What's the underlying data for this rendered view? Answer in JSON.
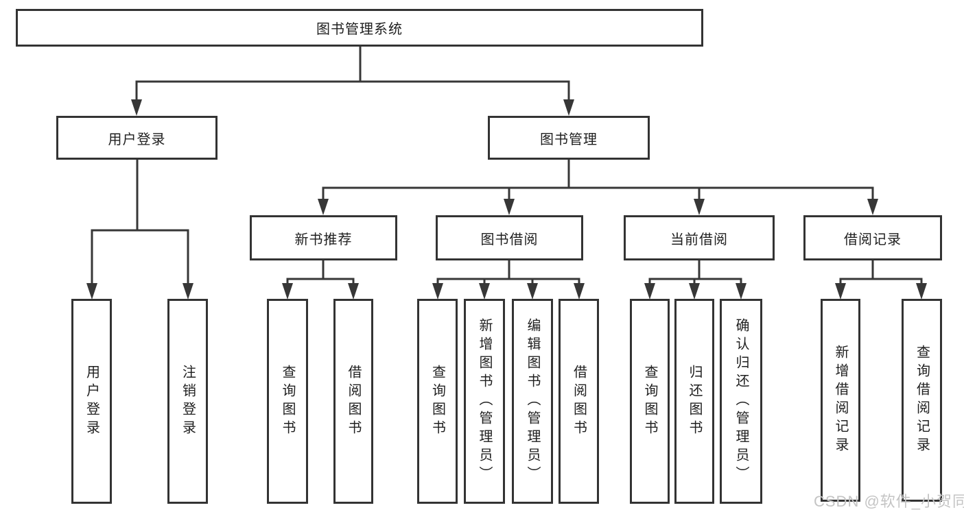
{
  "colors": {
    "node_border": "#333333",
    "connector_line": "#373737",
    "node_fill": "#ffffff",
    "text": "#1f1f1f",
    "watermark": "#c4c4c4"
  },
  "watermark": {
    "text": "CSDN @软件_小贺同学"
  },
  "tree": {
    "root": {
      "label": "图书管理系统",
      "children": [
        {
          "label": "用户登录",
          "children": [
            {
              "label": "用户登录"
            },
            {
              "label": "注销登录"
            }
          ]
        },
        {
          "label": "图书管理",
          "children": [
            {
              "label": "新书推荐",
              "children": [
                {
                  "label": "查询图书"
                },
                {
                  "label": "借阅图书"
                }
              ]
            },
            {
              "label": "图书借阅",
              "children": [
                {
                  "label": "查询图书"
                },
                {
                  "label": "新增图书（管理员）"
                },
                {
                  "label": "编辑图书（管理员）"
                },
                {
                  "label": "借阅图书"
                }
              ]
            },
            {
              "label": "当前借阅",
              "children": [
                {
                  "label": "查询图书"
                },
                {
                  "label": "归还图书"
                },
                {
                  "label": "确认归还（管理员）"
                }
              ]
            },
            {
              "label": "借阅记录",
              "children": [
                {
                  "label": "新增借阅记录"
                },
                {
                  "label": "查询借阅记录"
                }
              ]
            }
          ]
        }
      ]
    }
  }
}
